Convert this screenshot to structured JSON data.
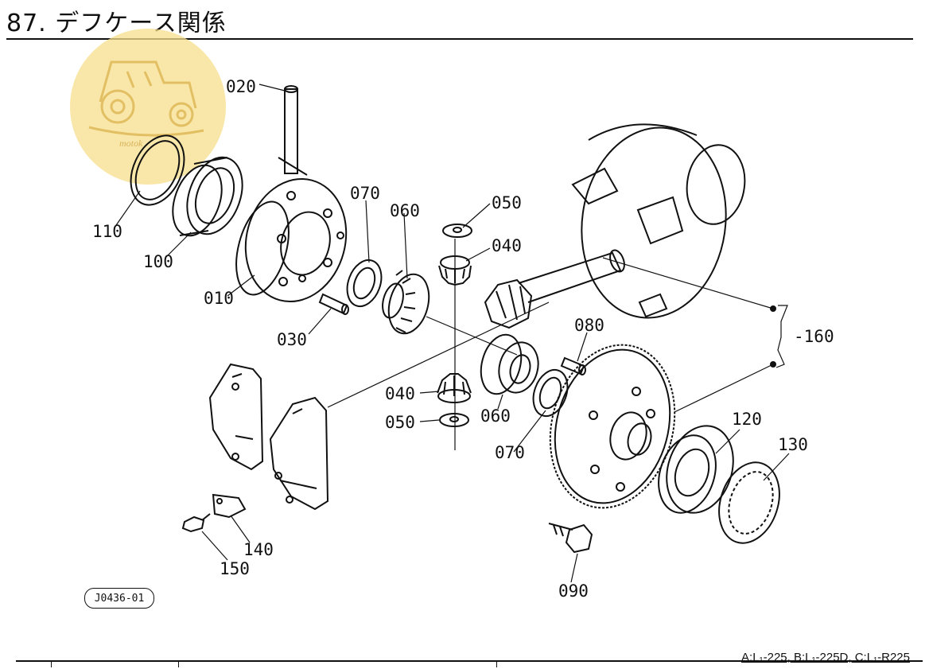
{
  "page": {
    "title": "87. デフケース関係",
    "figure_id": "J0436-01",
    "model_legend": "A:L₁-225, B:L₁-225D, C:L₁-R225",
    "watermark_text": "motok"
  },
  "part_callouts": {
    "c020": "020",
    "c070a": "070",
    "c060a": "060",
    "c050a": "050",
    "c040a": "040",
    "c110": "110",
    "c100": "100",
    "c010": "010",
    "c030": "030",
    "c080": "080",
    "c160": "160",
    "c040b": "040",
    "c060b": "060",
    "c050b": "050",
    "c070b": "070",
    "c120": "120",
    "c130": "130",
    "c140": "140",
    "c150": "150",
    "c090": "090"
  },
  "colors": {
    "ink": "#111111",
    "watermark": "#f7df8c"
  }
}
